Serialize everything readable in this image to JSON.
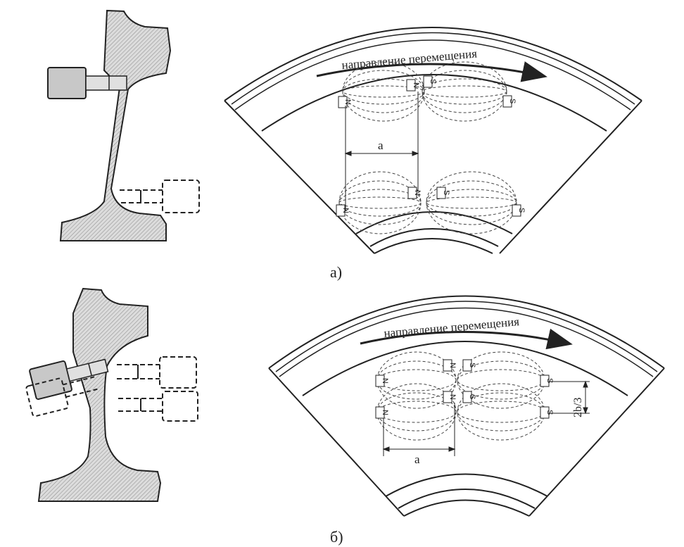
{
  "panel_a": {
    "caption": "а)",
    "direction_label": "направление перемещения",
    "dimension_label": "a",
    "poles": [
      "N",
      "N",
      "S",
      "S",
      "N",
      "N",
      "S",
      "S"
    ]
  },
  "panel_b": {
    "caption": "б)",
    "direction_label": "направление перемещения",
    "dimension_label": "a",
    "offset_label": "2b/3",
    "poles": [
      "N",
      "N",
      "S",
      "S",
      "N",
      "N",
      "S",
      "S"
    ]
  },
  "colors": {
    "line": "#222222",
    "rail_fill": "#d8d8d8",
    "sensor_fill": "#c8c8c8",
    "field": "#444444"
  }
}
